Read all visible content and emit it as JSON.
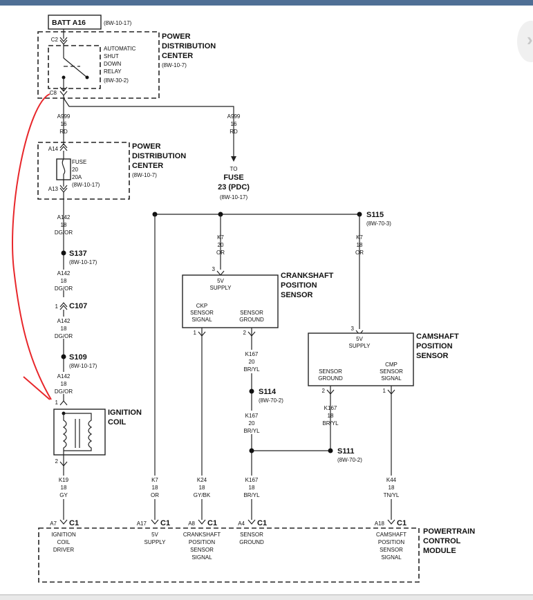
{
  "batt": {
    "label": "BATT A16",
    "ref": "(8W-10-17)"
  },
  "pdc_top": {
    "l1": "POWER",
    "l2": "DISTRIBUTION",
    "l3": "CENTER",
    "ref": "(8W-10-7)"
  },
  "asd": {
    "l1": "AUTOMATIC",
    "l2": "SHUT",
    "l3": "DOWN",
    "l4": "RELAY",
    "ref": "(8W-30-2)",
    "c_in": "C2",
    "c_out": "C8"
  },
  "wire_a999_left": {
    "id": "A999",
    "gauge": "16",
    "color": "RD"
  },
  "wire_a999_right": {
    "id": "A999",
    "gauge": "16",
    "color": "RD"
  },
  "to_fuse": {
    "to": "TO",
    "l1": "FUSE",
    "l2": "23 (PDC)",
    "ref": "(8W-10-17)"
  },
  "pdc_mid": {
    "l1": "POWER",
    "l2": "DISTRIBUTION",
    "l3": "CENTER",
    "ref": "(8W-10-7)",
    "pin_in": "A14",
    "pin_out": "A13"
  },
  "fuse": {
    "l1": "FUSE",
    "l2": "20",
    "l3": "20A",
    "ref": "(8W-10-17)"
  },
  "w_a142_1": {
    "id": "A142",
    "gauge": "18",
    "color": "DG/OR"
  },
  "s137": {
    "label": "S137",
    "ref": "(8W-10-17)"
  },
  "w_a142_2": {
    "id": "A142",
    "gauge": "18",
    "color": "DG/OR"
  },
  "c107": {
    "pin": "1",
    "label": "C107"
  },
  "w_a142_3": {
    "id": "A142",
    "gauge": "18",
    "color": "DG/OR"
  },
  "s109": {
    "label": "S109",
    "ref": "(8W-10-17)"
  },
  "w_a142_4": {
    "id": "A142",
    "gauge": "18",
    "color": "DG/OR"
  },
  "coil": {
    "l1": "IGNITION",
    "l2": "COIL",
    "pin_top": "1",
    "pin_bot": "2"
  },
  "w_k19": {
    "id": "K19",
    "gauge": "18",
    "color": "GY"
  },
  "s115": {
    "label": "S115",
    "ref": "(8W-70-3)"
  },
  "w_k7_mid": {
    "id": "K7",
    "gauge": "20",
    "color": "OR"
  },
  "w_k7_right": {
    "id": "K7",
    "gauge": "18",
    "color": "OR"
  },
  "ckp": {
    "l1": "CRANKSHAFT",
    "l2": "POSITION",
    "l3": "SENSOR",
    "supply1": "5V",
    "supply2": "SUPPLY",
    "sig1": "CKP",
    "sig2": "SENSOR",
    "sig3": "SIGNAL",
    "gnd1": "SENSOR",
    "gnd2": "GROUND",
    "pin_supply": "3",
    "pin_sig": "1",
    "pin_gnd": "2"
  },
  "w_k167_1": {
    "id": "K167",
    "gauge": "20",
    "color": "BR/YL"
  },
  "s114": {
    "label": "S114",
    "ref": "(8W-70-2)"
  },
  "w_k167_2": {
    "id": "K167",
    "gauge": "20",
    "color": "BR/YL"
  },
  "cmp": {
    "l1": "CAMSHAFT",
    "l2": "POSITION",
    "l3": "SENSOR",
    "supply1": "5V",
    "supply2": "SUPPLY",
    "gnd1": "SENSOR",
    "gnd2": "GROUND",
    "sig1": "CMP",
    "sig2": "SENSOR",
    "sig3": "SIGNAL",
    "pin_supply": "3",
    "pin_gnd": "2",
    "pin_sig": "1"
  },
  "w_k167_3": {
    "id": "K167",
    "gauge": "18",
    "color": "BR/YL"
  },
  "s111": {
    "label": "S111",
    "ref": "(8W-70-2)"
  },
  "w_k7_low": {
    "id": "K7",
    "gauge": "18",
    "color": "OR"
  },
  "w_k24": {
    "id": "K24",
    "gauge": "18",
    "color": "GY/BK"
  },
  "w_k167_4": {
    "id": "K167",
    "gauge": "18",
    "color": "BR/YL"
  },
  "w_k44": {
    "id": "K44",
    "gauge": "18",
    "color": "TN/YL"
  },
  "pcm": {
    "l1": "POWERTRAIN",
    "l2": "CONTROL",
    "l3": "MODULE",
    "pins": [
      {
        "pin": "A7",
        "conn": "C1",
        "f1": "IGNITION",
        "f2": "COIL",
        "f3": "DRIVER",
        "f4": ""
      },
      {
        "pin": "A17",
        "conn": "C1",
        "f1": "5V",
        "f2": "SUPPLY",
        "f3": "",
        "f4": ""
      },
      {
        "pin": "A8",
        "conn": "C1",
        "f1": "CRANKSHAFT",
        "f2": "POSITION",
        "f3": "SENSOR",
        "f4": "SIGNAL"
      },
      {
        "pin": "A4",
        "conn": "C1",
        "f1": "SENSOR",
        "f2": "GROUND",
        "f3": "",
        "f4": ""
      },
      {
        "pin": "A18",
        "conn": "C1",
        "f1": "CAMSHAFT",
        "f2": "POSITION",
        "f3": "SENSOR",
        "f4": "SIGNAL"
      }
    ]
  },
  "colors": {
    "wire": "#222222",
    "annotation": "#e8262a",
    "topbar": "#4f6f95"
  }
}
